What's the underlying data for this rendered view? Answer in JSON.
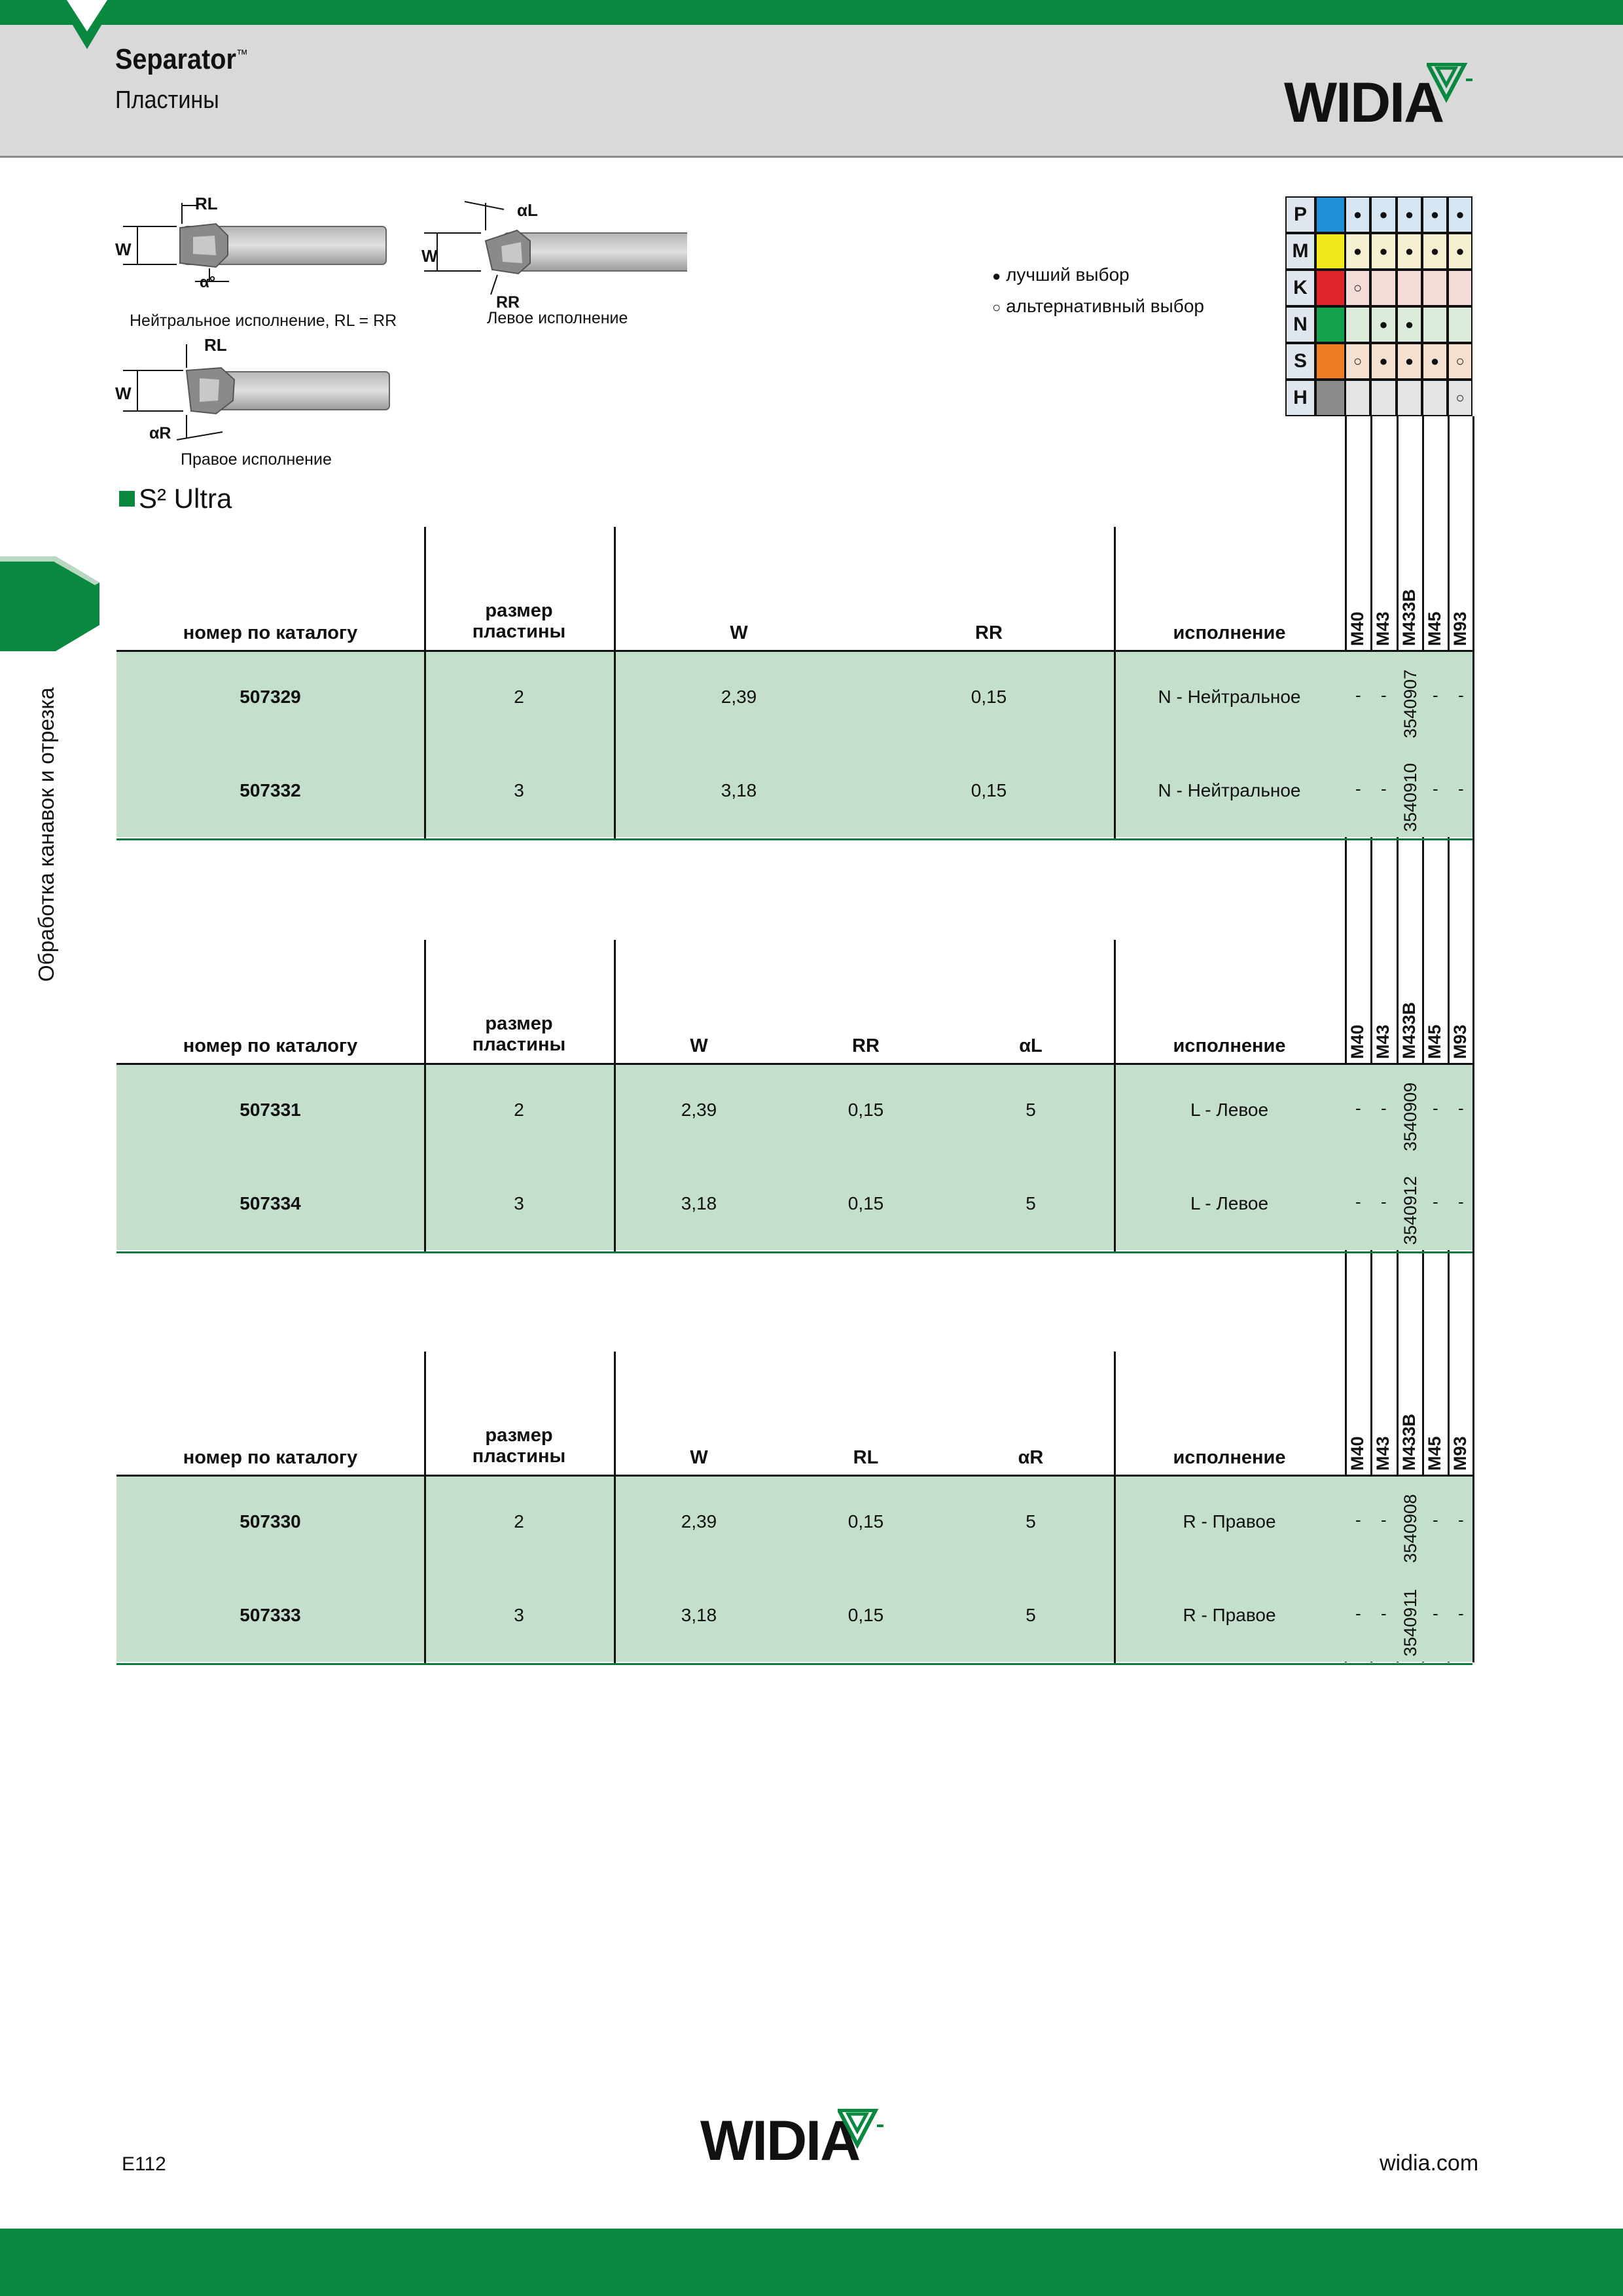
{
  "header": {
    "title": "Separator",
    "tm": "™",
    "subtitle": "Пластины",
    "logo": "WIDIA"
  },
  "side_tab": "Обработка канавок и отрезка",
  "diagrams": {
    "neutral_caption": "Нейтральное исполнение, RL = RR",
    "left_caption": "Левое исполнение",
    "right_caption": "Правое исполнение",
    "labels": {
      "rl": "RL",
      "rr": "RR",
      "w": "W",
      "alpha": "α°",
      "alpha_l": "αL",
      "alpha_r": "αR"
    }
  },
  "legend": {
    "best": "лучший выбор",
    "alternative": "альтернативный выбор",
    "best_symbol": "●",
    "alt_symbol": "○"
  },
  "materials": {
    "rows": [
      {
        "code": "P",
        "color": "#1f8fd6",
        "bg": "#d6e6f2",
        "marks": [
          "●",
          "●",
          "●",
          "●",
          "●"
        ]
      },
      {
        "code": "M",
        "color": "#f3e81a",
        "bg": "#f5f0d0",
        "marks": [
          "●",
          "●",
          "●",
          "●",
          "●"
        ]
      },
      {
        "code": "K",
        "color": "#e0262b",
        "bg": "#f6dcd8",
        "marks": [
          "○",
          "",
          "",
          "",
          ""
        ]
      },
      {
        "code": "N",
        "color": "#15a04a",
        "bg": "#dcebdc",
        "marks": [
          "",
          "●",
          "●",
          "",
          ""
        ]
      },
      {
        "code": "S",
        "color": "#ef7d22",
        "bg": "#f6e0cf",
        "marks": [
          "○",
          "●",
          "●",
          "●",
          "○"
        ]
      },
      {
        "code": "H",
        "color": "#8c8c8c",
        "bg": "#e4e4e4",
        "marks": [
          "",
          "",
          "",
          "",
          "○"
        ]
      }
    ]
  },
  "section_title": "S² Ultra",
  "grades": [
    "M40",
    "M43",
    "M433B",
    "M45",
    "M93"
  ],
  "tables": [
    {
      "headers": {
        "catalog": "номер по каталогу",
        "size": "размер\nпластины",
        "w": "W",
        "p1": "RR",
        "p2": "",
        "exec": "исполнение"
      },
      "rows": [
        {
          "catalog": "507329",
          "size": "2",
          "w": "2,39",
          "p1": "0,15",
          "p2": "",
          "exec": "N - Нейтральное",
          "grade_code": "3540907"
        },
        {
          "catalog": "507332",
          "size": "3",
          "w": "3,18",
          "p1": "0,15",
          "p2": "",
          "exec": "N - Нейтральное",
          "grade_code": "3540910"
        }
      ]
    },
    {
      "headers": {
        "catalog": "номер по каталогу",
        "size": "размер\nпластины",
        "w": "W",
        "p1": "RR",
        "p2": "αL",
        "exec": "исполнение"
      },
      "rows": [
        {
          "catalog": "507331",
          "size": "2",
          "w": "2,39",
          "p1": "0,15",
          "p2": "5",
          "exec": "L - Левое",
          "grade_code": "3540909"
        },
        {
          "catalog": "507334",
          "size": "3",
          "w": "3,18",
          "p1": "0,15",
          "p2": "5",
          "exec": "L - Левое",
          "grade_code": "3540912"
        }
      ]
    },
    {
      "headers": {
        "catalog": "номер по каталогу",
        "size": "размер\nпластины",
        "w": "W",
        "p1": "RL",
        "p2": "αR",
        "exec": "исполнение"
      },
      "rows": [
        {
          "catalog": "507330",
          "size": "2",
          "w": "2,39",
          "p1": "0,15",
          "p2": "5",
          "exec": "R - Правое",
          "grade_code": "3540908"
        },
        {
          "catalog": "507333",
          "size": "3",
          "w": "3,18",
          "p1": "0,15",
          "p2": "5",
          "exec": "R - Правое",
          "grade_code": "3540911"
        }
      ]
    }
  ],
  "grade_dash": "-",
  "footer": {
    "page": "E112",
    "site": "widia.com",
    "logo": "WIDIA"
  },
  "colors": {
    "green": "#08893f",
    "row_green": "#c5dfcd",
    "header_gray": "#d9d9d9"
  }
}
